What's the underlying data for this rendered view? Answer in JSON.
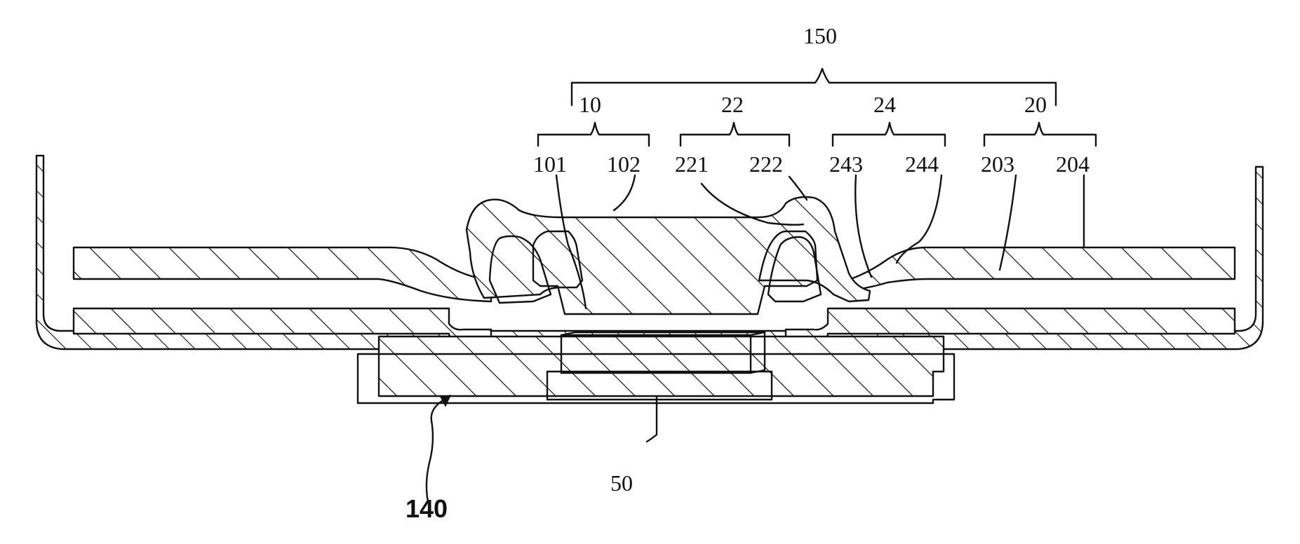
{
  "labels": {
    "l150": "150",
    "l10": "10",
    "l22": "22",
    "l24": "24",
    "l20": "20",
    "l101": "101",
    "l102": "102",
    "l221": "221",
    "l222": "222",
    "l243": "243",
    "l244": "244",
    "l203": "203",
    "l204": "204",
    "l50": "50",
    "l140": "140"
  }
}
